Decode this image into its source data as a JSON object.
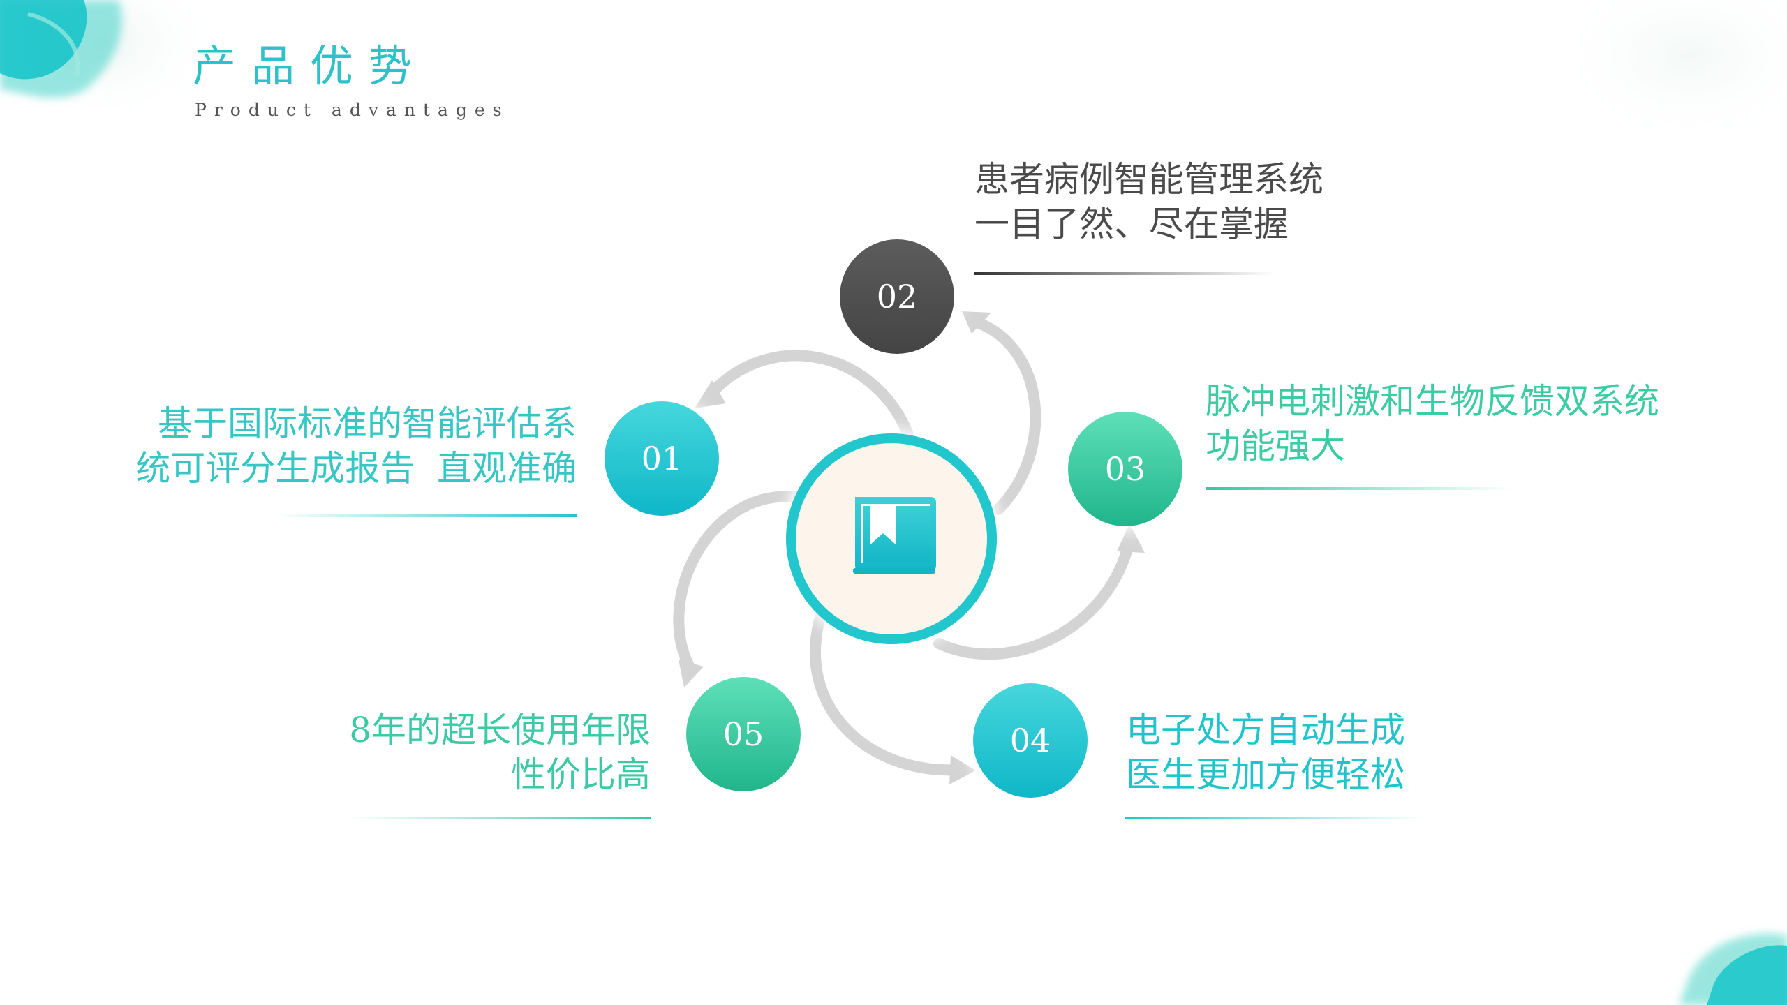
{
  "header": {
    "title": "产品优势",
    "subtitle": "Product advantages"
  },
  "center": {
    "icon": "book-bookmark-icon"
  },
  "items": [
    {
      "number": "01",
      "lines": [
        "基于国际标准的智能评估系",
        "统可评分生成报告  直观准确"
      ]
    },
    {
      "number": "02",
      "lines": [
        "患者病例智能管理系统",
        "一目了然、尽在掌握"
      ]
    },
    {
      "number": "03",
      "lines": [
        "脉冲电刺激和生物反馈双系统",
        "功能强大"
      ]
    },
    {
      "number": "04",
      "lines": [
        "电子处方自动生成",
        "医生更加方便轻松"
      ]
    },
    {
      "number": "05",
      "lines": [
        "8年的超长使用年限",
        "性价比高"
      ]
    }
  ],
  "colors": {
    "accent": "#2cc2c8",
    "teal": "#1ec3cf",
    "green": "#2ec39a",
    "dark": "#4f4f4f",
    "arrow": "#d4d4d4",
    "center_fill": "#fdf5ec"
  }
}
